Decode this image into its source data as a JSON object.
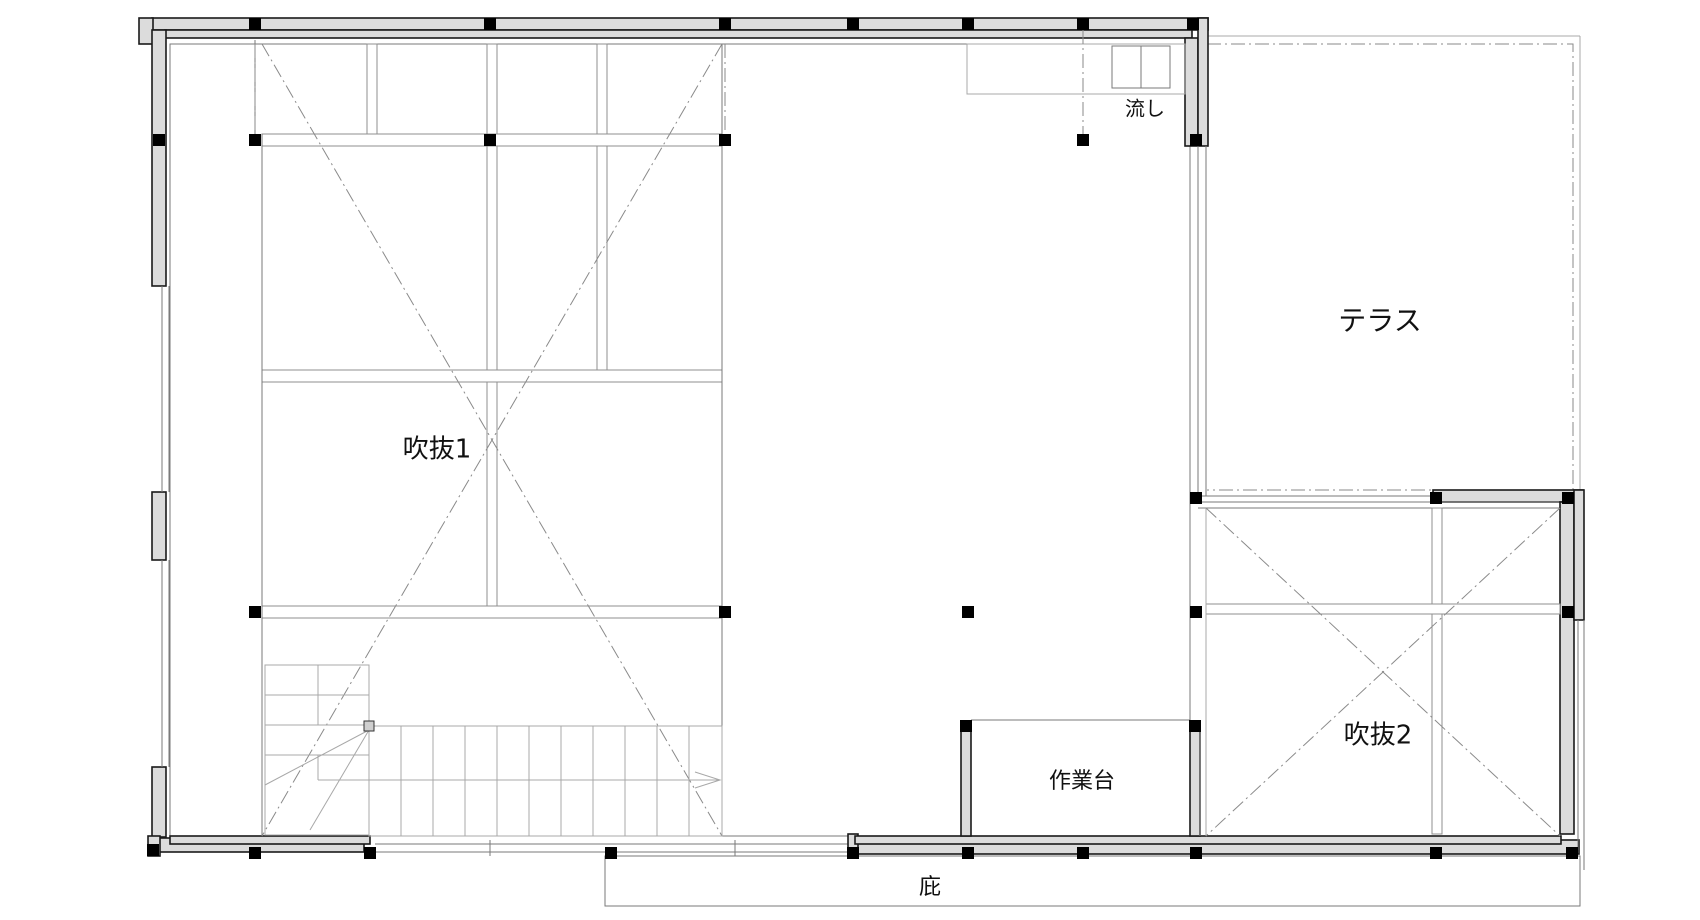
{
  "rooms": {
    "void1": "吹抜1",
    "void2": "吹抜2",
    "terrace": "テラス",
    "sink": "流し",
    "workbench": "作業台",
    "eaves": "庇"
  }
}
